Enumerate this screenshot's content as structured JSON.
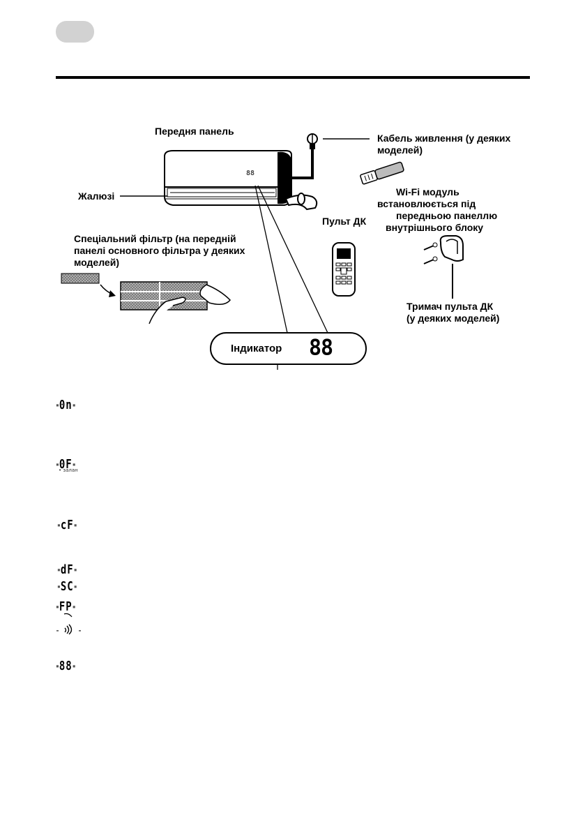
{
  "diagram": {
    "labels": {
      "front_panel": "Передня панель",
      "power_cable": [
        "Кабель живлення (у деяких",
        "моделей)"
      ],
      "louver": "Жалюзі",
      "wifi_module": [
        "Wi-Fi модуль",
        "встановлюється під",
        "передньою панеллю",
        "внутрішнього блоку"
      ],
      "remote": "Пульт ДК",
      "filter": [
        "Спеціальний фільтр (на передній",
        "панелі основного фільтра у деяких",
        "моделей)"
      ],
      "holder": [
        "Тримач пульта ДК",
        "(у деяких моделей)"
      ],
      "indicator": "Індикатор",
      "indicator_digits": "88",
      "unit_display": "88"
    }
  },
  "display_codes": [
    {
      "code": "0n"
    },
    {
      "code": "0F",
      "sub": "• залан"
    },
    {
      "code": "cF"
    },
    {
      "code": "dF"
    },
    {
      "code": "SC"
    },
    {
      "code": "FP"
    },
    {
      "code": "wifi",
      "icon": "wifi-signal-icon"
    },
    {
      "code": "88"
    }
  ]
}
